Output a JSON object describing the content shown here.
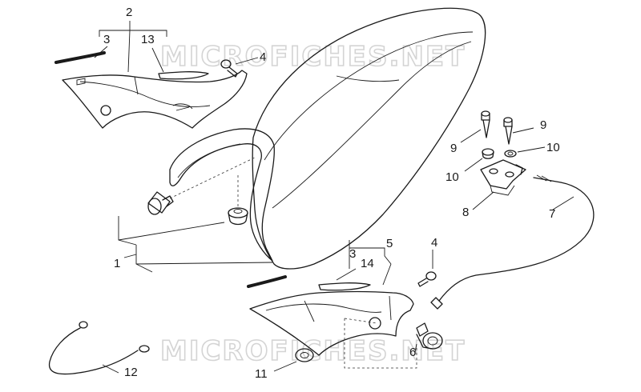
{
  "watermark": "MICROFICHES.NET",
  "callouts": [
    {
      "id": "c2",
      "text": "2"
    },
    {
      "id": "c3a",
      "text": "3"
    },
    {
      "id": "c13",
      "text": "13"
    },
    {
      "id": "c4a",
      "text": "4"
    },
    {
      "id": "c9a",
      "text": "9"
    },
    {
      "id": "c9b",
      "text": "9"
    },
    {
      "id": "c10a",
      "text": "10"
    },
    {
      "id": "c10b",
      "text": "10"
    },
    {
      "id": "c8",
      "text": "8"
    },
    {
      "id": "c7",
      "text": "7"
    },
    {
      "id": "c1",
      "text": "1"
    },
    {
      "id": "c5",
      "text": "5"
    },
    {
      "id": "c3b",
      "text": "3"
    },
    {
      "id": "c14",
      "text": "14"
    },
    {
      "id": "c4b",
      "text": "4"
    },
    {
      "id": "c6",
      "text": "6"
    },
    {
      "id": "c11",
      "text": "11"
    },
    {
      "id": "c12",
      "text": "12"
    }
  ]
}
